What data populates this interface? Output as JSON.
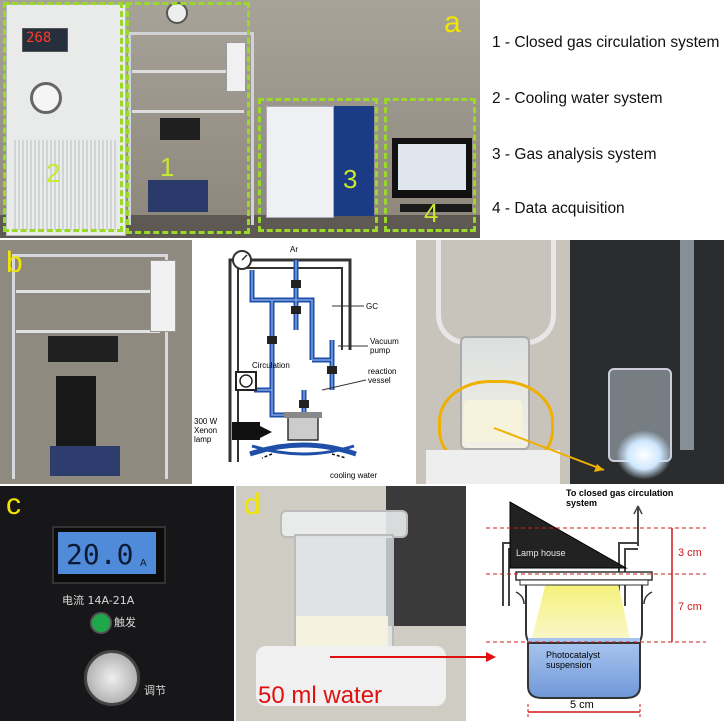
{
  "panel_labels": {
    "a": "a",
    "b": "b",
    "c": "c",
    "d": "d"
  },
  "photo_numbers": [
    "2",
    "1",
    "3",
    "4"
  ],
  "legend": [
    "1 - Closed gas circulation system",
    "2 - Cooling water system",
    "3 - Gas analysis system",
    "4 - Data acquisition"
  ],
  "chiller": {
    "display": "268"
  },
  "schematic": {
    "ar": "Ar",
    "gc": "GC",
    "vacuum": "Vacuum\npump",
    "reaction": "reaction\nvessel",
    "circulation": "Circulation",
    "xenon": "300 W\nXenon\nlamp",
    "cooling": "cooling water"
  },
  "power_supply": {
    "display": "20.0",
    "unit": "A",
    "range": "电流 14A-21A",
    "trigger": "触发",
    "adjust": "调节"
  },
  "photo_d": {
    "label": "50 ml water"
  },
  "reactor": {
    "top": "To closed gas circulation\nsystem",
    "lamp": "Lamp house",
    "d1": "3 cm",
    "d2": "7 cm",
    "width": "5 cm",
    "susp": "Photocatalyst\nsuspension"
  },
  "colors": {
    "panel_label": "#f2e600",
    "dashed_box": "#9ad82a",
    "arrow_red": "#e01010",
    "arrow_orange": "#f0b000",
    "pipe_blue": "#1f4fa8"
  }
}
